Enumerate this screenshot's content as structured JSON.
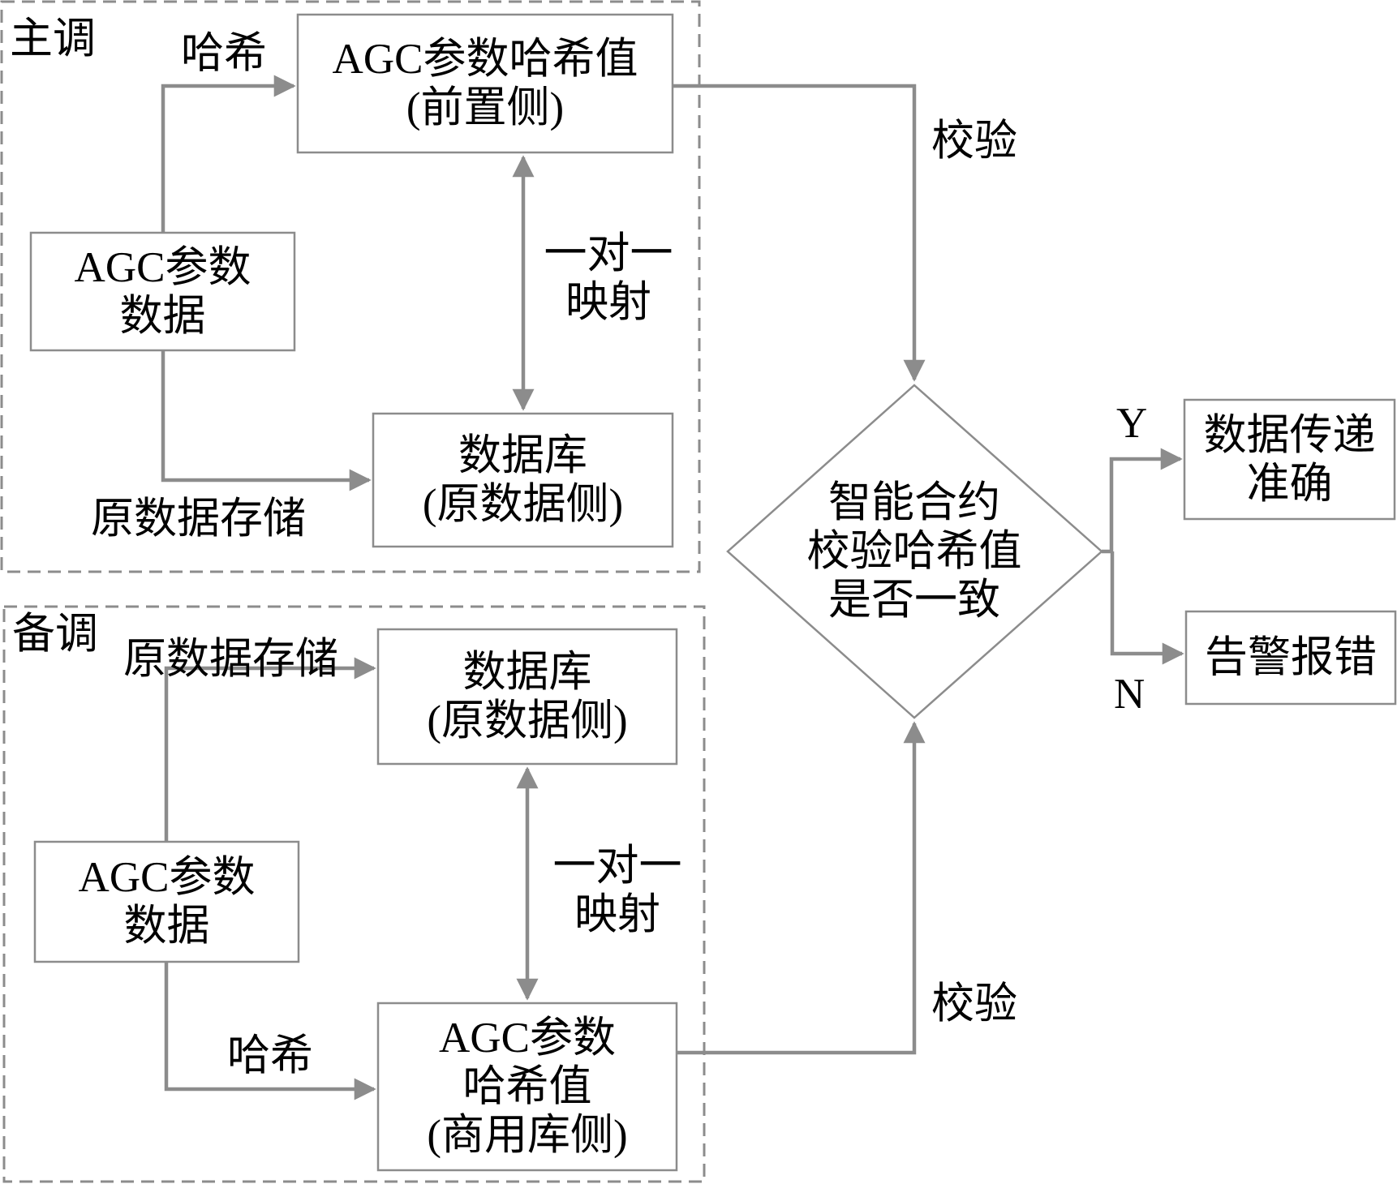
{
  "diagram": {
    "type": "flowchart",
    "colors": {
      "stroke": "#8c8c8c",
      "text": "#000000",
      "background": "#ffffff"
    },
    "groups": {
      "primary": {
        "title": "主调"
      },
      "backup": {
        "title": "备调"
      }
    },
    "nodes": {
      "primary_hash": {
        "lines": [
          "AGC参数哈希值",
          "(前置侧)"
        ]
      },
      "primary_data": {
        "lines": [
          "AGC参数",
          "数据"
        ]
      },
      "primary_db": {
        "lines": [
          "数据库",
          "(原数据侧)"
        ]
      },
      "backup_db": {
        "lines": [
          "数据库",
          "(原数据侧)"
        ]
      },
      "backup_data": {
        "lines": [
          "AGC参数",
          "数据"
        ]
      },
      "backup_hash": {
        "lines": [
          "AGC参数",
          "哈希值",
          "(商用库侧)"
        ]
      },
      "decision": {
        "lines": [
          "智能合约",
          "校验哈希值",
          "是否一致"
        ]
      },
      "result_yes": {
        "lines": [
          "数据传递",
          "准确"
        ]
      },
      "result_no": {
        "lines": [
          "告警报错"
        ]
      }
    },
    "edge_labels": {
      "primary_hash": "哈希",
      "primary_store": "原数据存储",
      "primary_mapping": [
        "一对一",
        "映射"
      ],
      "primary_verify": "校验",
      "backup_store": "原数据存储",
      "backup_hash": "哈希",
      "backup_mapping": [
        "一对一",
        "映射"
      ],
      "backup_verify": "校验",
      "yes": "Y",
      "no": "N"
    }
  }
}
